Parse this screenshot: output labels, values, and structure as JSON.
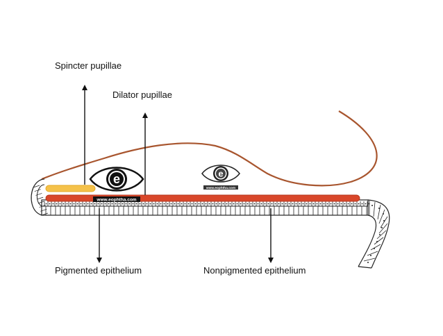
{
  "labels": {
    "sphincter": "Spincter pupillae",
    "dilator": "Dilator pupillae",
    "pigmented": "Pigmented epithelium",
    "nonpigmented": "Nonpigmented epithelium"
  },
  "watermark": {
    "letter": "e",
    "url": "www.eophtha.com"
  },
  "colors": {
    "sphincter": "#f5c24a",
    "dilator": "#d9472a",
    "stroma": "#a8552e",
    "arrow": "#111111",
    "epithelium_stroke": "#222222"
  },
  "icons": [
    "eye-logo-icon",
    "eye-logo-icon-small"
  ]
}
